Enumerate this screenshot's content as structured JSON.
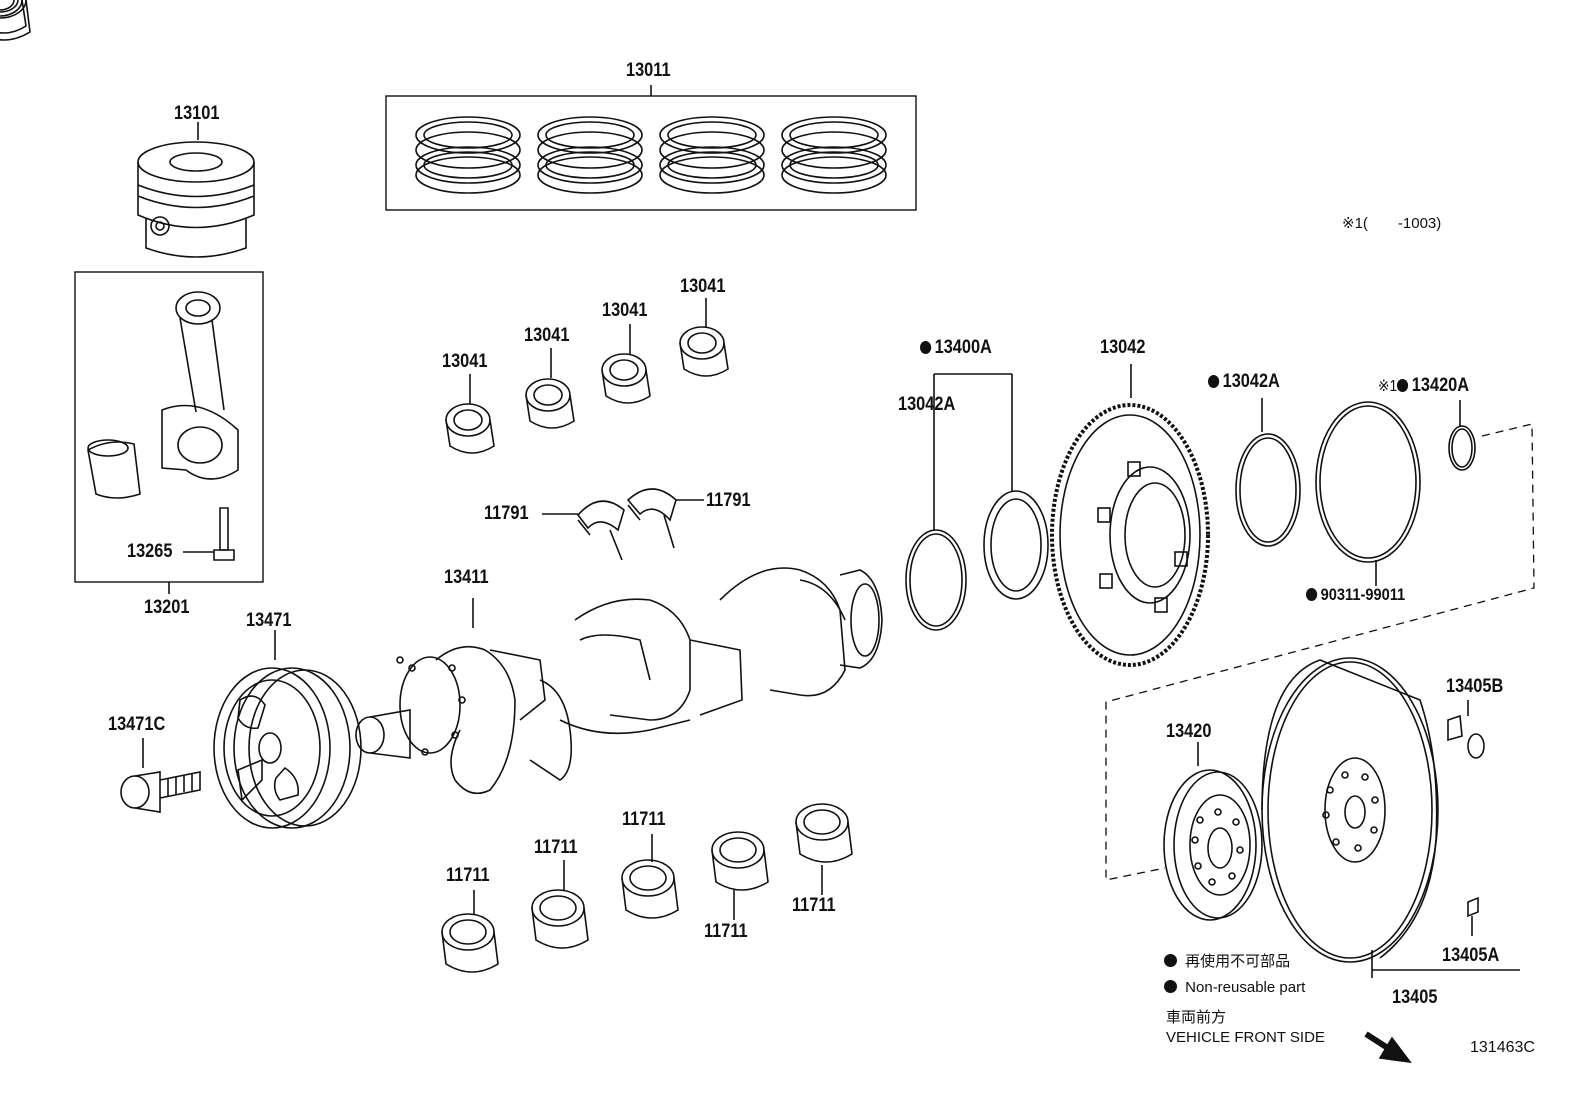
{
  "labels": {
    "p13011": "13011",
    "p13101": "13101",
    "p13201": "13201",
    "p13265": "13265",
    "p13471": "13471",
    "p13471c": "13471C",
    "p13411": "13411",
    "p13041a": "13041",
    "p13041b": "13041",
    "p13041c": "13041",
    "p13041d": "13041",
    "p11791a": "11791",
    "p11791b": "11791",
    "p11711a": "11711",
    "p11711b": "11711",
    "p11711c": "11711",
    "p11711d": "11711",
    "p11711e": "11711",
    "p13400a": "13400A",
    "p13042a_left": "13042A",
    "p13042": "13042",
    "p13042a_right": "13042A",
    "p13420a": "13420A",
    "p90311": "90311-99011",
    "p13420": "13420",
    "p13405b": "13405B",
    "p13405a": "13405A",
    "p13405": "13405"
  },
  "note_star": "※1(　　-1003)",
  "star_mark": "※1",
  "legend": {
    "jp": "再使用不可部品",
    "en": "Non-reusable part"
  },
  "direction": {
    "jp": "車両前方",
    "en": "VEHICLE FRONT SIDE"
  },
  "figure_id": "131463C"
}
